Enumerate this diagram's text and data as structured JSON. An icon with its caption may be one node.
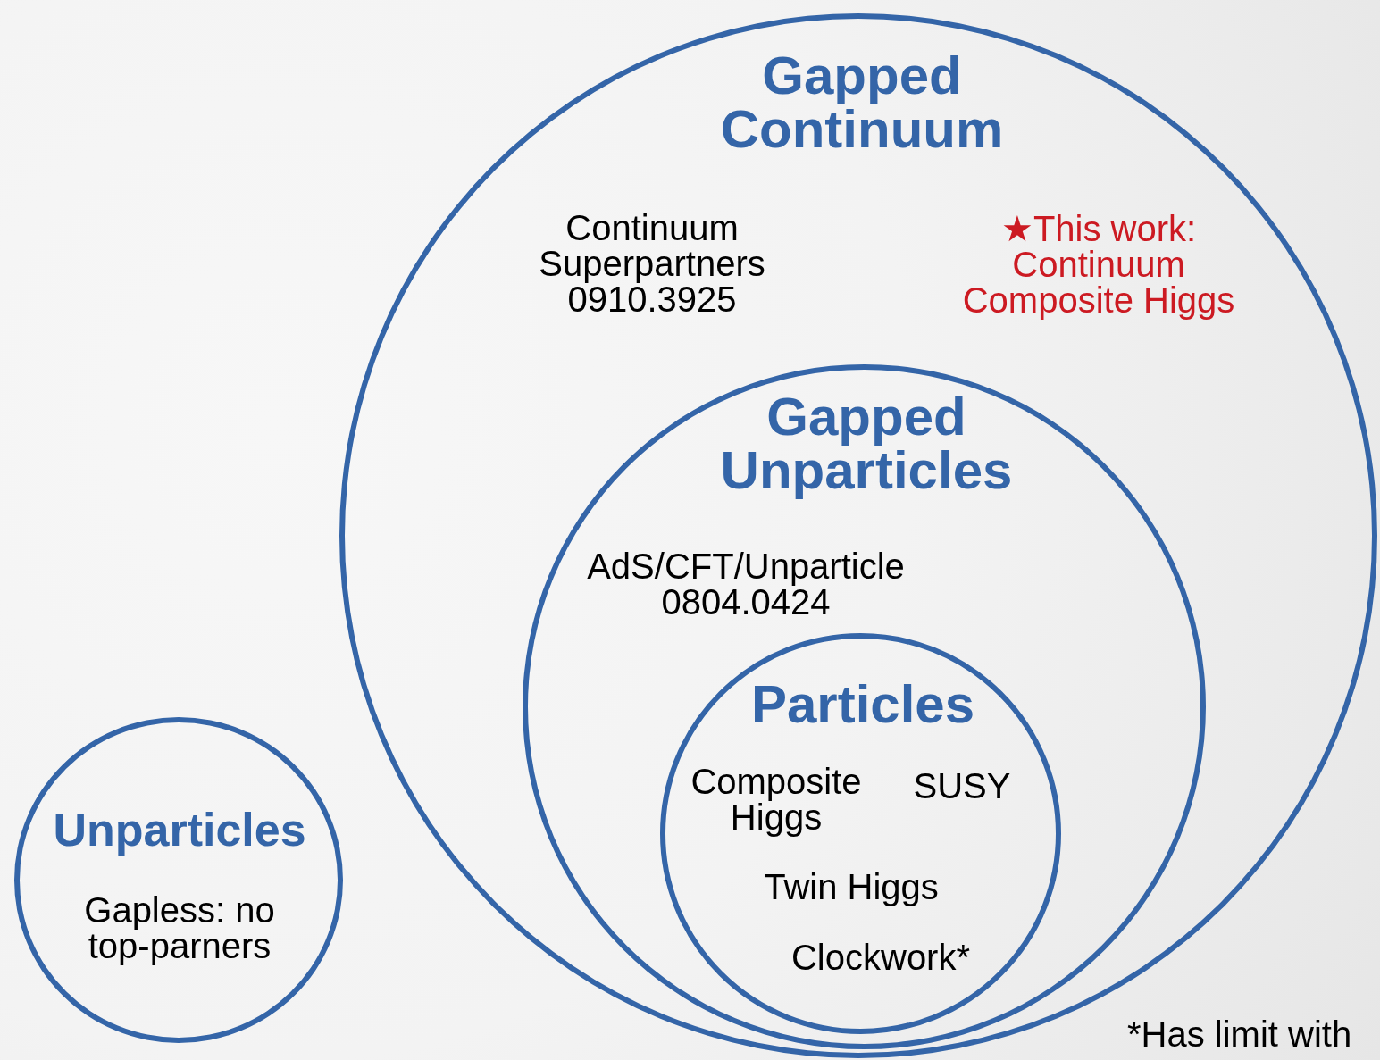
{
  "diagram": {
    "nodes": [
      {
        "text": [
          "Gapped Continuum",
          "Continuum Superpartners 0910.3925",
          "★This work: Continuum Composite Higgs"
        ]
      },
      {
        "text": [
          "Gapped Unparticles",
          "AdS/CFT/Unparticle 0804.0424"
        ],
        "in": 0
      },
      {
        "text": [
          "Particles",
          "Composite Higgs",
          "SUSY",
          "Twin Higgs",
          "Clockwork*"
        ],
        "in": 1
      },
      {
        "text": [
          "Unparticles",
          "Gapless: no top-parners"
        ]
      }
    ],
    "labels": [
      "*Has limit with"
    ]
  }
}
